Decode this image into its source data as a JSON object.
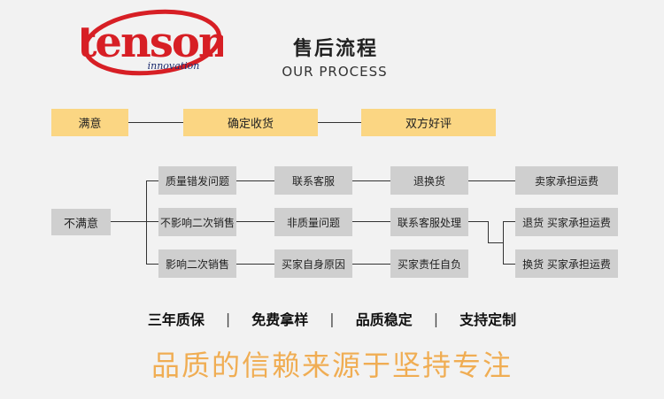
{
  "brand": {
    "name": "tenson",
    "tagline": "innovation",
    "colors": {
      "red": "#d71f25",
      "navy": "#1c2b6e"
    }
  },
  "header": {
    "title_cn": "售后流程",
    "title_en": "OUR PROCESS"
  },
  "satisfied_row": [
    "满意",
    "确定收货",
    "双方好评"
  ],
  "unsatisfied": {
    "root": "不满意",
    "causes": [
      "质量错发问题",
      "不影响二次销售",
      "影响二次销售"
    ],
    "contacts": [
      "联系客服",
      "非质量问题",
      "买家自身原因"
    ],
    "actions": [
      "退换货",
      "联系客服处理",
      "买家责任自负"
    ],
    "results": [
      "卖家承担运费",
      "退货 买家承担运费",
      "换货 买家承担运费"
    ]
  },
  "promises": [
    "三年质保",
    "免费拿样",
    "品质稳定",
    "支持定制"
  ],
  "promise_separator": "|",
  "slogan": "品质的信赖来源于坚持专注",
  "colors": {
    "yellow_box": "#fbd683",
    "gray_box": "#cfcfcf",
    "slogan": "#f0ad53",
    "background": "#f2f2f2"
  }
}
